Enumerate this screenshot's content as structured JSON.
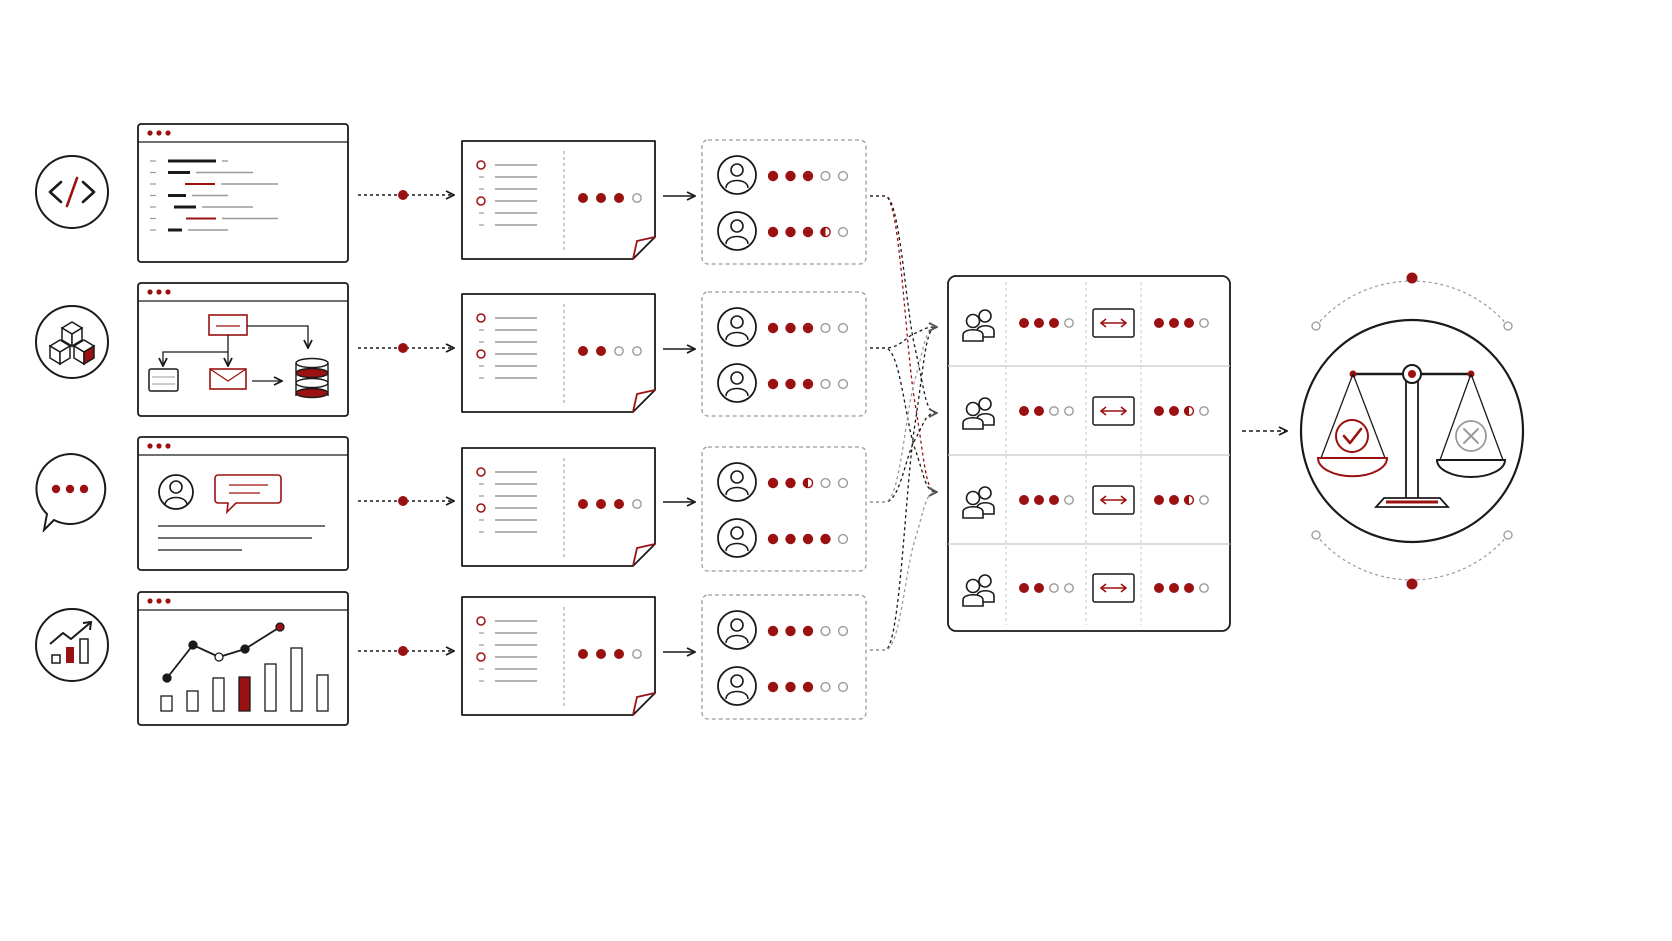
{
  "colors": {
    "ink": "#1a1a1a",
    "accent": "#9b1111",
    "muted": "#9a9a9a",
    "background": "#ffffff"
  },
  "pipeline": {
    "sources": [
      {
        "icon": "code-icon",
        "panel": "code-editor-window"
      },
      {
        "icon": "cubes-icon",
        "panel": "architecture-diagram-window"
      },
      {
        "icon": "chat-bubble-icon",
        "panel": "conversation-window"
      },
      {
        "icon": "trend-chart-icon",
        "panel": "analytics-chart-window"
      }
    ],
    "rubric_cards": [
      {
        "rating_filled": 3,
        "rating_total": 4
      },
      {
        "rating_filled": 2,
        "rating_total": 4
      },
      {
        "rating_filled": 3,
        "rating_total": 4
      },
      {
        "rating_filled": 3,
        "rating_total": 4
      }
    ],
    "rater_groups": [
      {
        "raters": [
          {
            "score": 3,
            "total": 5
          },
          {
            "score": 3.5,
            "total": 5
          }
        ]
      },
      {
        "raters": [
          {
            "score": 3,
            "total": 5
          },
          {
            "score": 3,
            "total": 5
          }
        ]
      },
      {
        "raters": [
          {
            "score": 2.5,
            "total": 5
          },
          {
            "score": 4,
            "total": 5
          }
        ]
      },
      {
        "raters": [
          {
            "score": 3,
            "total": 5
          },
          {
            "score": 3,
            "total": 5
          }
        ]
      }
    ],
    "comparison_rows": [
      {
        "left_score": 3,
        "left_total": 4,
        "right_score": 3,
        "right_total": 4
      },
      {
        "left_score": 2,
        "left_total": 4,
        "right_score": 2.5,
        "right_total": 4
      },
      {
        "left_score": 3,
        "left_total": 4,
        "right_score": 2.5,
        "right_total": 4
      },
      {
        "left_score": 2,
        "left_total": 4,
        "right_score": 3,
        "right_total": 4
      }
    ],
    "judgement": {
      "icon": "balance-scale-icon",
      "accepted_icon": "checkmark-icon",
      "rejected_icon": "cross-icon"
    }
  }
}
